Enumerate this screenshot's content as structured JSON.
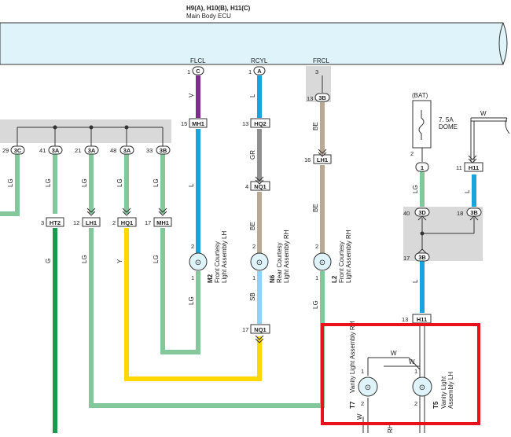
{
  "header": {
    "ecu_codes": "H9(A), H10(B), H11(C)",
    "ecu_name": "Main Body ECU"
  },
  "terminals": {
    "flcl": "FLCL",
    "rcyl": "RCYL",
    "frcl": "FRCL"
  },
  "pins": {
    "flcl_pin": "1",
    "flcl_conn": "C",
    "rcyl_pin": "1",
    "rcyl_conn": "A",
    "frcl_pin": "3",
    "j13_pin": "13",
    "j13_conn": "3B",
    "mh1_pin": "15",
    "mh1_conn": "MH1",
    "hq2_pin": "13",
    "hq2_conn": "HQ2",
    "nq1_pin": "4",
    "nq1_conn": "NQ1",
    "lh1_pin": "16",
    "lh1_conn": "LH1",
    "nq1b_pin": "17",
    "nq1b_conn": "NQ1",
    "bat_pin": "2",
    "bat_conn": "1",
    "h11_pin": "11",
    "h11_conn": "H11",
    "j40_pin": "40",
    "j40_conn": "3D",
    "j18_pin": "18",
    "j18_conn": "3B",
    "j17_pin": "17",
    "j17_conn": "3B",
    "h11b_pin": "13",
    "h11b_conn": "H11",
    "left_29": "29",
    "left_29c": "3C",
    "left_41": "41",
    "left_41c": "3A",
    "left_21": "21",
    "left_21c": "3A",
    "left_48": "48",
    "left_48c": "3A",
    "left_33": "33",
    "left_33c": "3B",
    "ht2_pin": "3",
    "ht2_conn": "HT2",
    "lh1b_pin": "12",
    "lh1b_conn": "LH1",
    "hq1_pin": "2",
    "hq1_conn": "HQ1",
    "mh1b_pin": "17",
    "mh1b_conn": "MH1"
  },
  "wire_colors": {
    "v": "V",
    "l": "L",
    "gr": "GR",
    "be": "BE",
    "sb": "SB",
    "lg": "LG",
    "g": "G",
    "y": "Y",
    "w": "W"
  },
  "fuse": {
    "bat": "(BAT)",
    "rating": "7. 5A",
    "name": "DOME"
  },
  "components": {
    "m2_code": "M2",
    "m2_name_1": "Front Courtesy",
    "m2_name_2": "Light Assembly LH",
    "n6_code": "N6",
    "n6_name_1": "Rear Courtesy",
    "n6_name_2": "Light Assembly RH",
    "l2_code": "L2",
    "l2_name_1": "Front Courtesy",
    "l2_name_2": "Light Assembly RH",
    "t7_code": "T7",
    "t7_name_1": "Vanity Light Assembly RH",
    "t5_code": "T5",
    "t5_name_1": "Vanity Light",
    "t5_name_2": "Assembly LH",
    "lamp_pin_1": "1",
    "lamp_pin_2": "2"
  },
  "colors": {
    "ecu_fill": "#dff3fb",
    "violet": "#7e2d8e",
    "blue": "#1aa3df",
    "gray": "#8f8f8f",
    "beige": "#b9a892",
    "light_green": "#83c79b",
    "green": "#1a9a4c",
    "yellow": "#ffd800",
    "sky": "#8fd3f2",
    "highlight": "#e8121a",
    "junction_fill": "#d9d9d9"
  }
}
